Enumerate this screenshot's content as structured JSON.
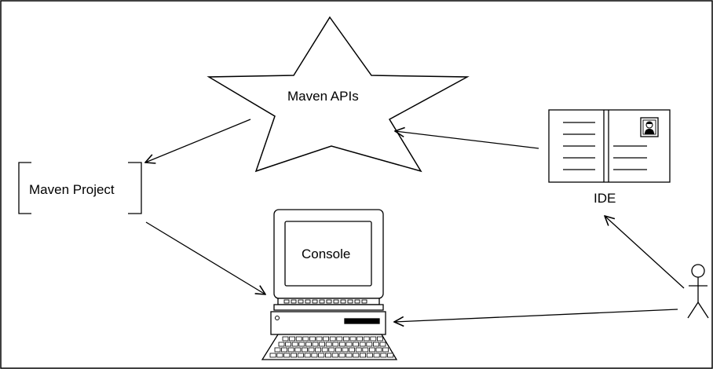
{
  "diagram": {
    "nodes": {
      "maven_apis": {
        "label": "Maven APIs",
        "shape": "star"
      },
      "maven_project": {
        "label": "Maven Project",
        "shape": "bracket-box"
      },
      "console": {
        "label": "Console",
        "shape": "computer"
      },
      "ide": {
        "label": "IDE",
        "shape": "ide-window-icon"
      },
      "user": {
        "label": "",
        "shape": "stick-figure"
      }
    },
    "edges": [
      {
        "from": "maven_apis",
        "to": "maven_project"
      },
      {
        "from": "maven_project",
        "to": "console"
      },
      {
        "from": "ide",
        "to": "maven_apis"
      },
      {
        "from": "user",
        "to": "ide"
      },
      {
        "from": "user",
        "to": "console"
      }
    ],
    "colors": {
      "stroke": "#000000",
      "background": "#ffffff"
    }
  }
}
